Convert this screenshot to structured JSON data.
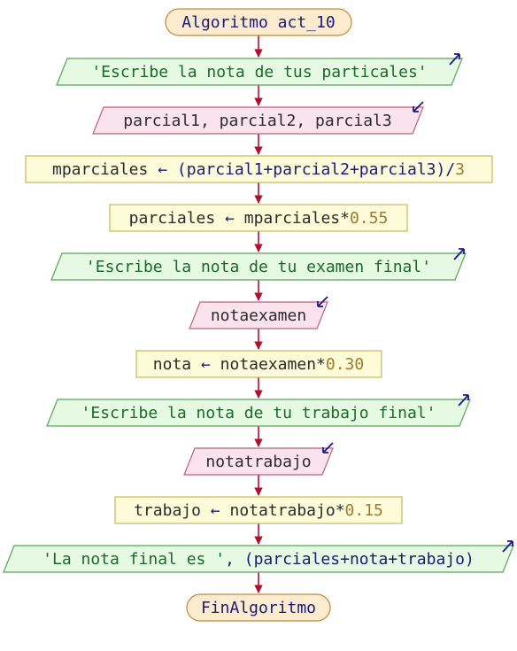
{
  "colors": {
    "terminal_fill": "#fcebcf",
    "terminal_stroke": "#c08a3a",
    "output_fill": "#e6f9e3",
    "output_stroke": "#5aa35a",
    "input_fill": "#fbe3ee",
    "input_stroke": "#c0607e",
    "process_fill": "#fefbd8",
    "process_stroke": "#c8b85a",
    "arrow": "#b0102c",
    "text_navy": "#1a1a78",
    "text_green": "#1a6a2a",
    "text_dark": "#2b2b2b",
    "text_number": "#a07a30",
    "io_arrow": "#1a1a90"
  },
  "flow": {
    "start": "Algoritmo act_10",
    "out1": "'Escribe la nota de tus particales'",
    "in1": "parcial1, parcial2, parcial3",
    "p1": {
      "var": "mparciales",
      "arrow": "←",
      "expr": "(parcial1+parcial2+parcial3)/",
      "num": "3"
    },
    "p2": {
      "var": "parciales",
      "arrow": "←",
      "expr": "mparciales*",
      "num": "0.55"
    },
    "out2": "'Escribe la nota de tu examen final'",
    "in2": "notaexamen",
    "p3": {
      "var": "nota",
      "arrow": "←",
      "expr": "notaexamen*",
      "num": "0.30"
    },
    "out3": "'Escribe la nota de tu trabajo final'",
    "in3": "notatrabajo",
    "p4": {
      "var": "trabajo",
      "arrow": "←",
      "expr": "notatrabajo*",
      "num": "0.15"
    },
    "out4": {
      "str": "'La nota final es '",
      "rest": ", (parciales+nota+trabajo)"
    },
    "end": "FinAlgoritmo"
  }
}
